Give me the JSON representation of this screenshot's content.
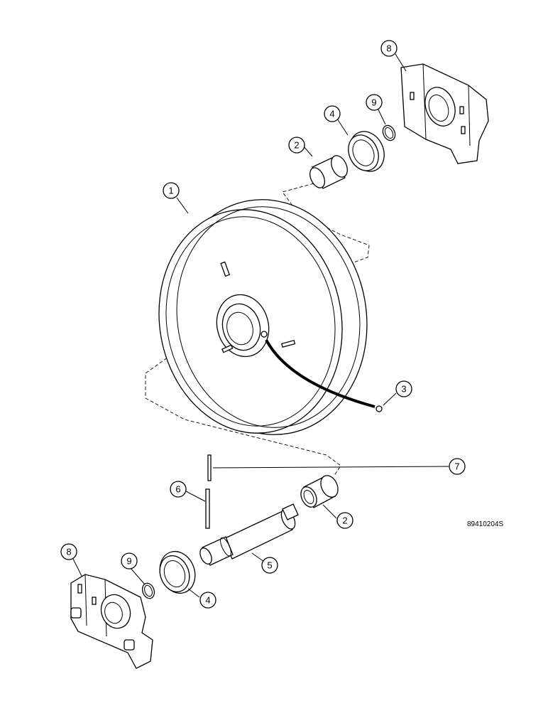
{
  "figure": {
    "reference_code": "89410204S",
    "callouts": [
      {
        "id": "c1",
        "label": "1"
      },
      {
        "id": "c2a",
        "label": "2"
      },
      {
        "id": "c2b",
        "label": "2"
      },
      {
        "id": "c3",
        "label": "3"
      },
      {
        "id": "c4a",
        "label": "4"
      },
      {
        "id": "c4b",
        "label": "4"
      },
      {
        "id": "c5",
        "label": "5"
      },
      {
        "id": "c6",
        "label": "6"
      },
      {
        "id": "c7",
        "label": "7"
      },
      {
        "id": "c8a",
        "label": "8"
      },
      {
        "id": "c8b",
        "label": "8"
      },
      {
        "id": "c9a",
        "label": "9"
      },
      {
        "id": "c9b",
        "label": "9"
      }
    ]
  }
}
